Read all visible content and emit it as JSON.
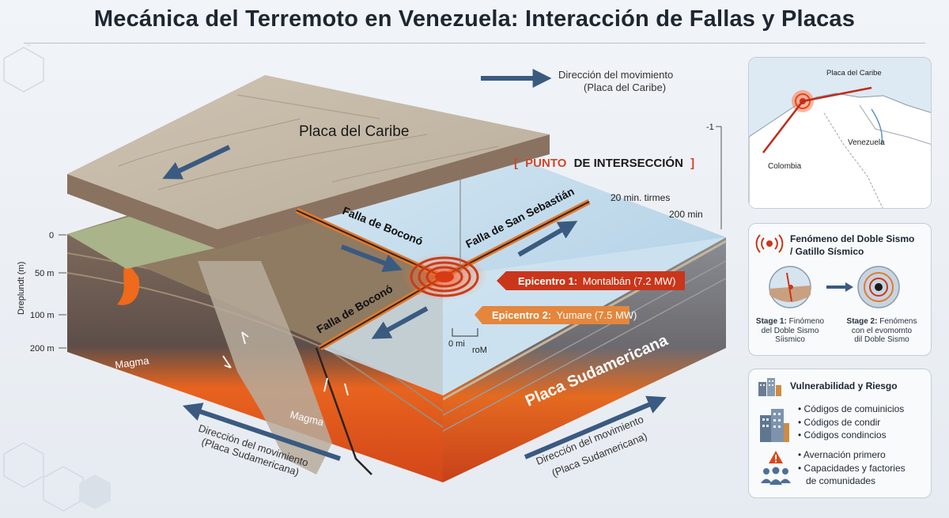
{
  "title": "Mecánica del Terremoto en Venezuela: Interacción de Fallas y Placas",
  "diagram": {
    "caribbean_plate": "Placa del Caribe",
    "south_american_plate": "Placa Sudamericana",
    "direction_top_line1": "Dirección del movimiento",
    "direction_top_line2": "(Placa del Caribe)",
    "direction_left_line1": "Dirección del movimiento",
    "direction_left_line2": "(Placa Sudamericana)",
    "direction_right_line1": "Dirección del movimiento",
    "direction_right_line2": "(Placa Sudamericana)",
    "intersection_bracket_open": "[",
    "intersection_word1": "PUNTO",
    "intersection_word2": "DE INTERSECCIÓN",
    "intersection_bracket_close": "]",
    "fault_bocono_upper": "Falla de Boconó",
    "fault_bocono_lower": "Falla de Boconó",
    "fault_san_sebastian": "Falla de San Sebastián",
    "epicenter1_label": "Epicentro 1:",
    "epicenter1_value": "Montalbán (7.2 MW)",
    "epicenter2_label": "Epicentro 2:",
    "epicenter2_value": "Yumare (7.5 MW)",
    "magma_left": "Magma",
    "magma_center": "Magma",
    "scale_a": "0 mi",
    "scale_b": "roM",
    "time_a": "20 min. tirmes",
    "time_b": "200 min",
    "right_axis_tick": "-1",
    "depth_axis_label": "Dreplundt (m)",
    "depth_ticks": [
      "0",
      "50 m",
      "100 m",
      "200 m"
    ],
    "colors": {
      "magma": "#e2561c",
      "fault_orange": "#e07a2e",
      "epicenter_red": "#c9361a",
      "arrow_blue": "#3a5a80",
      "ocean": "#bcd7e9"
    }
  },
  "map": {
    "label_caribe": "Placa del Caribe",
    "label_venezuela": "Venezuela",
    "label_colombia": "Colombia"
  },
  "phenomenon": {
    "icon": "seismic-wave-icon",
    "title_line1": "Fenómeno del Doble Sismo",
    "title_line2": "/ Gatillo Sísmico",
    "stage1_label": "Stage 1:",
    "stage1_text_1": "Finómeno",
    "stage1_text_2": "del Doble Sismo",
    "stage1_text_3": "Síismico",
    "stage2_label": "Stage 2:",
    "stage2_text_1": "Fenómens",
    "stage2_text_2": "con el evomomto",
    "stage2_text_3": "dil Doble Sismo"
  },
  "risk": {
    "title": "Vulnerabilidad y Riesgo",
    "codes": [
      "Códigos de comuinicios",
      "Códigos de condir",
      "Códigos condincios"
    ],
    "items": [
      "Avernación primero",
      "Capacidades y factories",
      "de comunidades"
    ]
  }
}
